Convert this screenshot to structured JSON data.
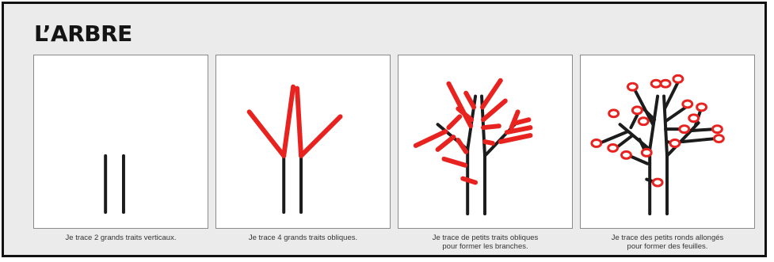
{
  "header": {
    "title": "L’ARBRE"
  },
  "colors": {
    "trunk": "#1c1c1c",
    "accent": "#e8221f",
    "panel_border": "#8a8a8a",
    "background": "#ebebeb"
  },
  "steps": [
    {
      "caption_lines": [
        "Je trace 2 grands traits verticaux."
      ]
    },
    {
      "caption_lines": [
        "Je trace 4 grands traits obliques."
      ]
    },
    {
      "caption_lines": [
        "Je trace de petits traits obliques",
        "pour former les branches."
      ]
    },
    {
      "caption_lines": [
        "Je trace des petits ronds allongés",
        "pour former des feuilles."
      ]
    }
  ]
}
